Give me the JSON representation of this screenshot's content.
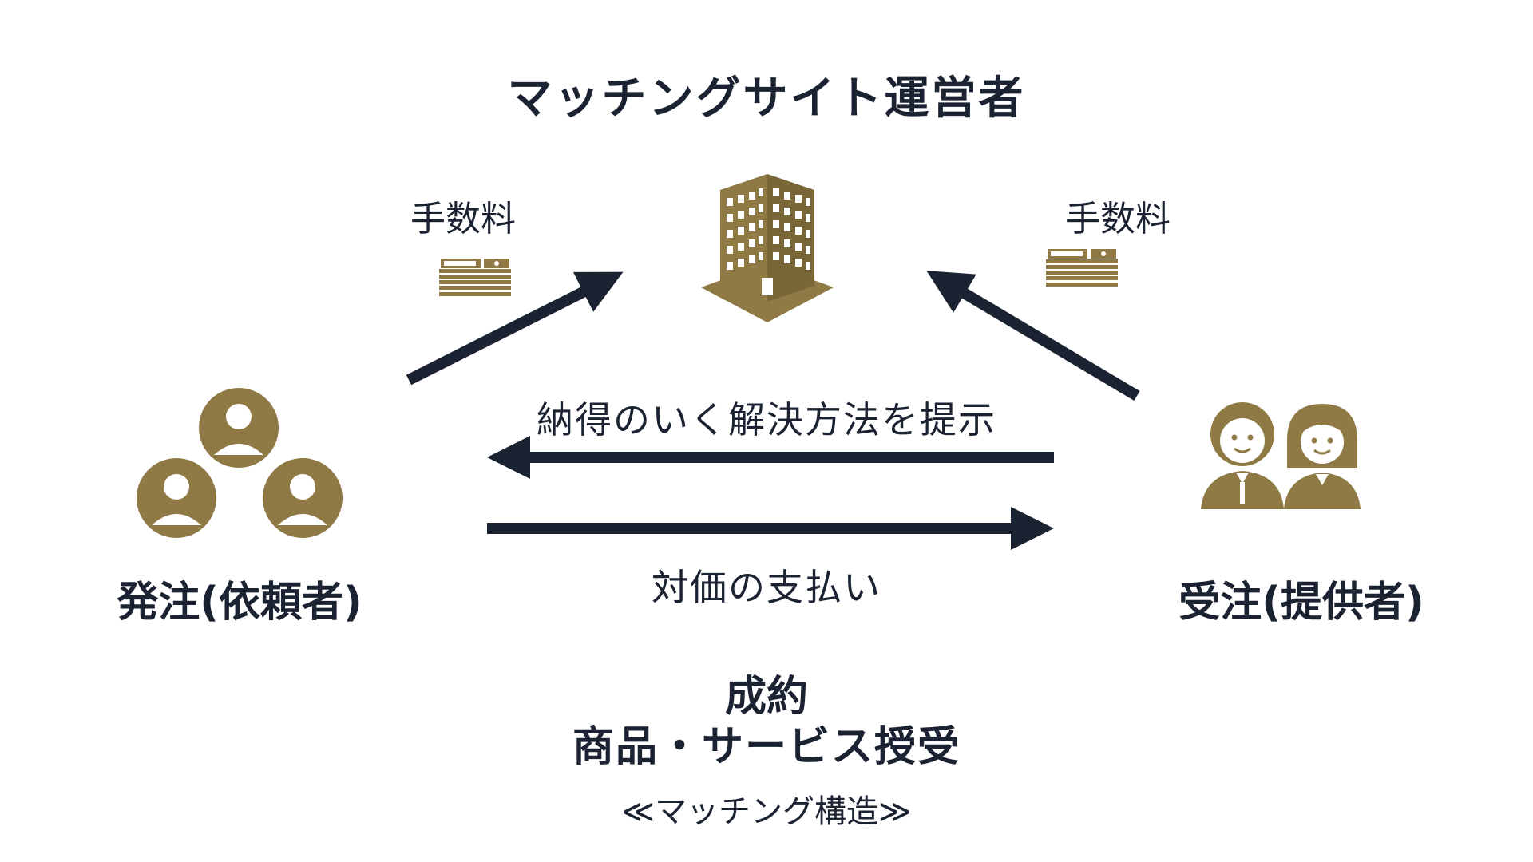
{
  "operator": {
    "title": "マッチングサイト運営者"
  },
  "fees": {
    "left_label": "手数料",
    "right_label": "手数料"
  },
  "flows": {
    "solution": "納得のいく解決方法を提示",
    "payment": "対価の支払い"
  },
  "parties": {
    "orderer": "発注(依頼者)",
    "contractor": "受注(提供者)"
  },
  "outcome": {
    "line1": "成約",
    "line2": "商品・サービス授受"
  },
  "caption": "≪マッチング構造≫",
  "icons": {
    "building": "office-building-icon",
    "money": "money-stack-icon",
    "group": "user-group-icon",
    "providers": "business-people-icon"
  },
  "colors": {
    "navy": "#1b2333",
    "gold": "#8f7a45",
    "background": "#ffffff"
  }
}
